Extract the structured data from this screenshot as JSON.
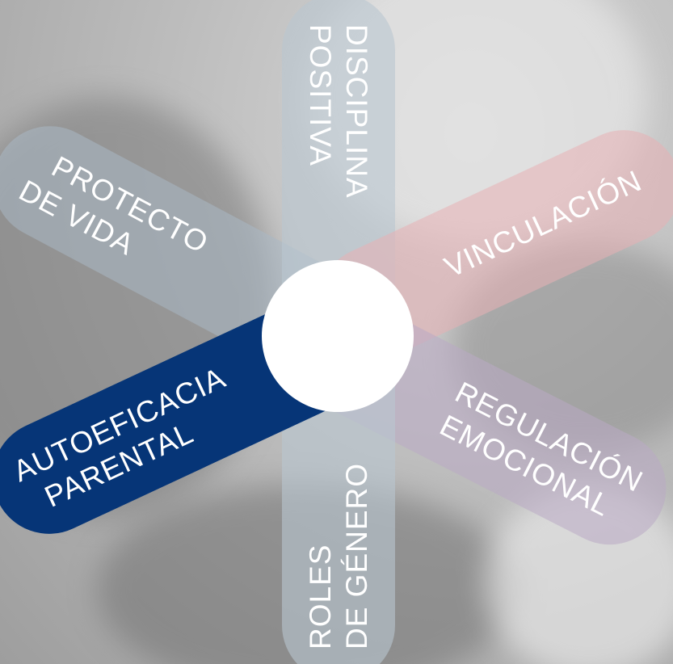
{
  "diagram": {
    "arms": [
      {
        "id": "disciplina-positiva",
        "lines": [
          "DISCIPLINA",
          "POSITIVA"
        ],
        "color": "#b9c6d0",
        "text_color": "#ffffff"
      },
      {
        "id": "vinculacion",
        "lines": [
          "VINCULACIÓN"
        ],
        "color": "#e8b0b4",
        "text_color": "#ffffff"
      },
      {
        "id": "regulacion-emocional",
        "lines": [
          "REGULACIÓN",
          "EMOCIONAL"
        ],
        "color": "#b9a9c4",
        "text_color": "#ffffff"
      },
      {
        "id": "roles-de-genero",
        "lines": [
          "ROLES",
          "DE GÉNERO"
        ],
        "color": "#b9c6d0",
        "text_color": "#ffffff"
      },
      {
        "id": "autoeficacia-parental",
        "lines": [
          "AUTOEFICACIA",
          "PARENTAL"
        ],
        "color": "#063577",
        "text_color": "#ffffff"
      },
      {
        "id": "protecto-de-vida",
        "lines": [
          "PROTECTO",
          "DE VIDA"
        ],
        "color": "#a9b8c4",
        "text_color": "#ffffff"
      }
    ],
    "hub_color": "#ffffff"
  }
}
